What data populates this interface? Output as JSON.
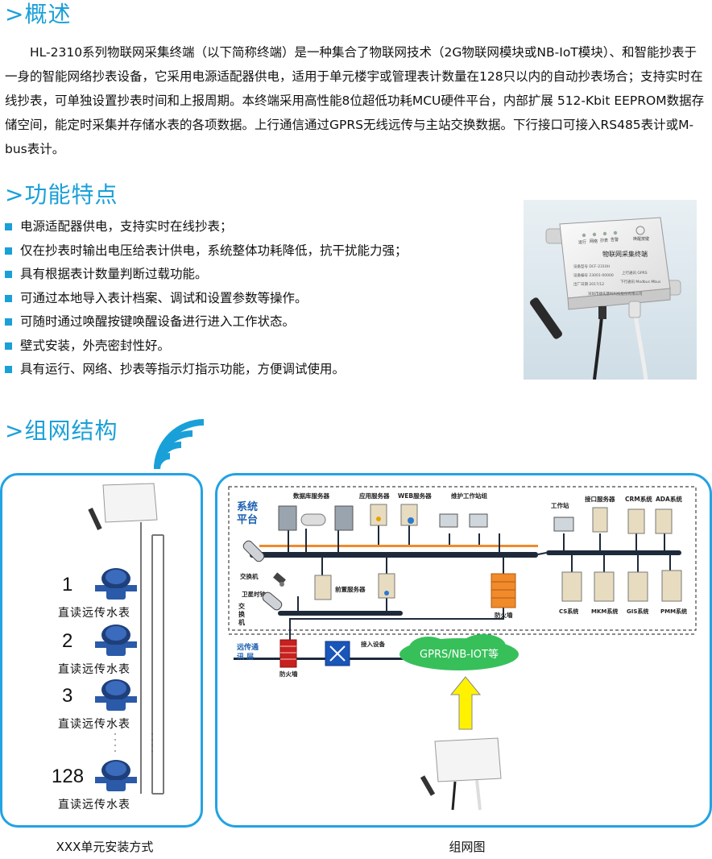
{
  "sections": {
    "overview_title": ">概述",
    "features_title": ">功能特点",
    "network_title": ">组网结构"
  },
  "overview": {
    "text": "HL-2310系列物联网采集终端（以下简称终端）是一种集合了物联网技术（2G物联网模块或NB-IoT模块）、和智能抄表于一身的智能网络抄表设备，它采用电源适配器供电，适用于单元楼宇或管理表计数量在128只以内的自动抄表场合；支持实时在线抄表，可单独设置抄表时间和上报周期。本终端采用高性能8位超低功耗MCU硬件平台，内部扩展 512-Kbit EEPROM数据存储空间，能定时采集并存储水表的各项数据。上行通信通过GPRS无线远传与主站交换数据。下行接口可接入RS485表计或M-bus表计。"
  },
  "features": [
    "电源适配器供电，支持实时在线抄表；",
    "仅在抄表时输出电压给表计供电，系统整体功耗降低，抗干扰能力强；",
    "具有根据表计数量判断过载功能。",
    "可通过本地导入表计档案、调试和设置参数等操作。",
    "可随时通过唤醒按键唤醒设备进行进入工作状态。",
    "壁式安装，外壳密封性好。",
    "具有运行、网络、抄表等指示灯指示功能，方便调试使用。"
  ],
  "device_photo": {
    "title": "物联网采集终端",
    "leds": [
      "运行",
      "网络",
      "抄表",
      "告警"
    ],
    "button": "唤醒按键",
    "row1_left": "设备型号 DCF-2310H",
    "row2_left": "设备编号 23001-00000",
    "row2_right": "上行通讯 GPRS",
    "row3_left": "出厂日期 2017/12",
    "row3_right": "下行通讯 Modbus  Mbus",
    "maker": "深圳市捷先慧科科技股份有限公司"
  },
  "install": {
    "meters": [
      {
        "num": "1",
        "label": "直读远传水表"
      },
      {
        "num": "2",
        "label": "直读远传水表"
      },
      {
        "num": "3",
        "label": "直读远传水表"
      },
      {
        "num": "128",
        "label": "直读远传水表"
      }
    ],
    "caption": "XXX单元安装方式"
  },
  "network": {
    "caption": "组网图",
    "system_platform": "系统\n平台",
    "db_servers": "数据库服务器",
    "app_server": "应用服务器",
    "web_server": "WEB服务器",
    "maint_group": "维护工作站组",
    "workstation": "工作站",
    "iface_server": "接口服务器",
    "crm": "CRM系统",
    "ada": "ADA系统",
    "switch1": "交换机",
    "front_server": "前置服务器",
    "firewall1": "防火墙",
    "cs": "CS系统",
    "mkm": "MKM系统",
    "gis": "GIS系统",
    "pmm": "PMM系统",
    "sat_clock": "卫星时钟",
    "switch2": "交\n换\n机",
    "remote_layer": "远传通\n讯 层",
    "access_device": "接入设备",
    "firewall2": "防火墙",
    "gprs": "GPRS/NB-IOT等"
  },
  "colors": {
    "accent": "#1aa0d8",
    "panel_border": "#22a3e3",
    "nav_text": "#1c5fb0",
    "backbone": "#f08a2a"
  }
}
